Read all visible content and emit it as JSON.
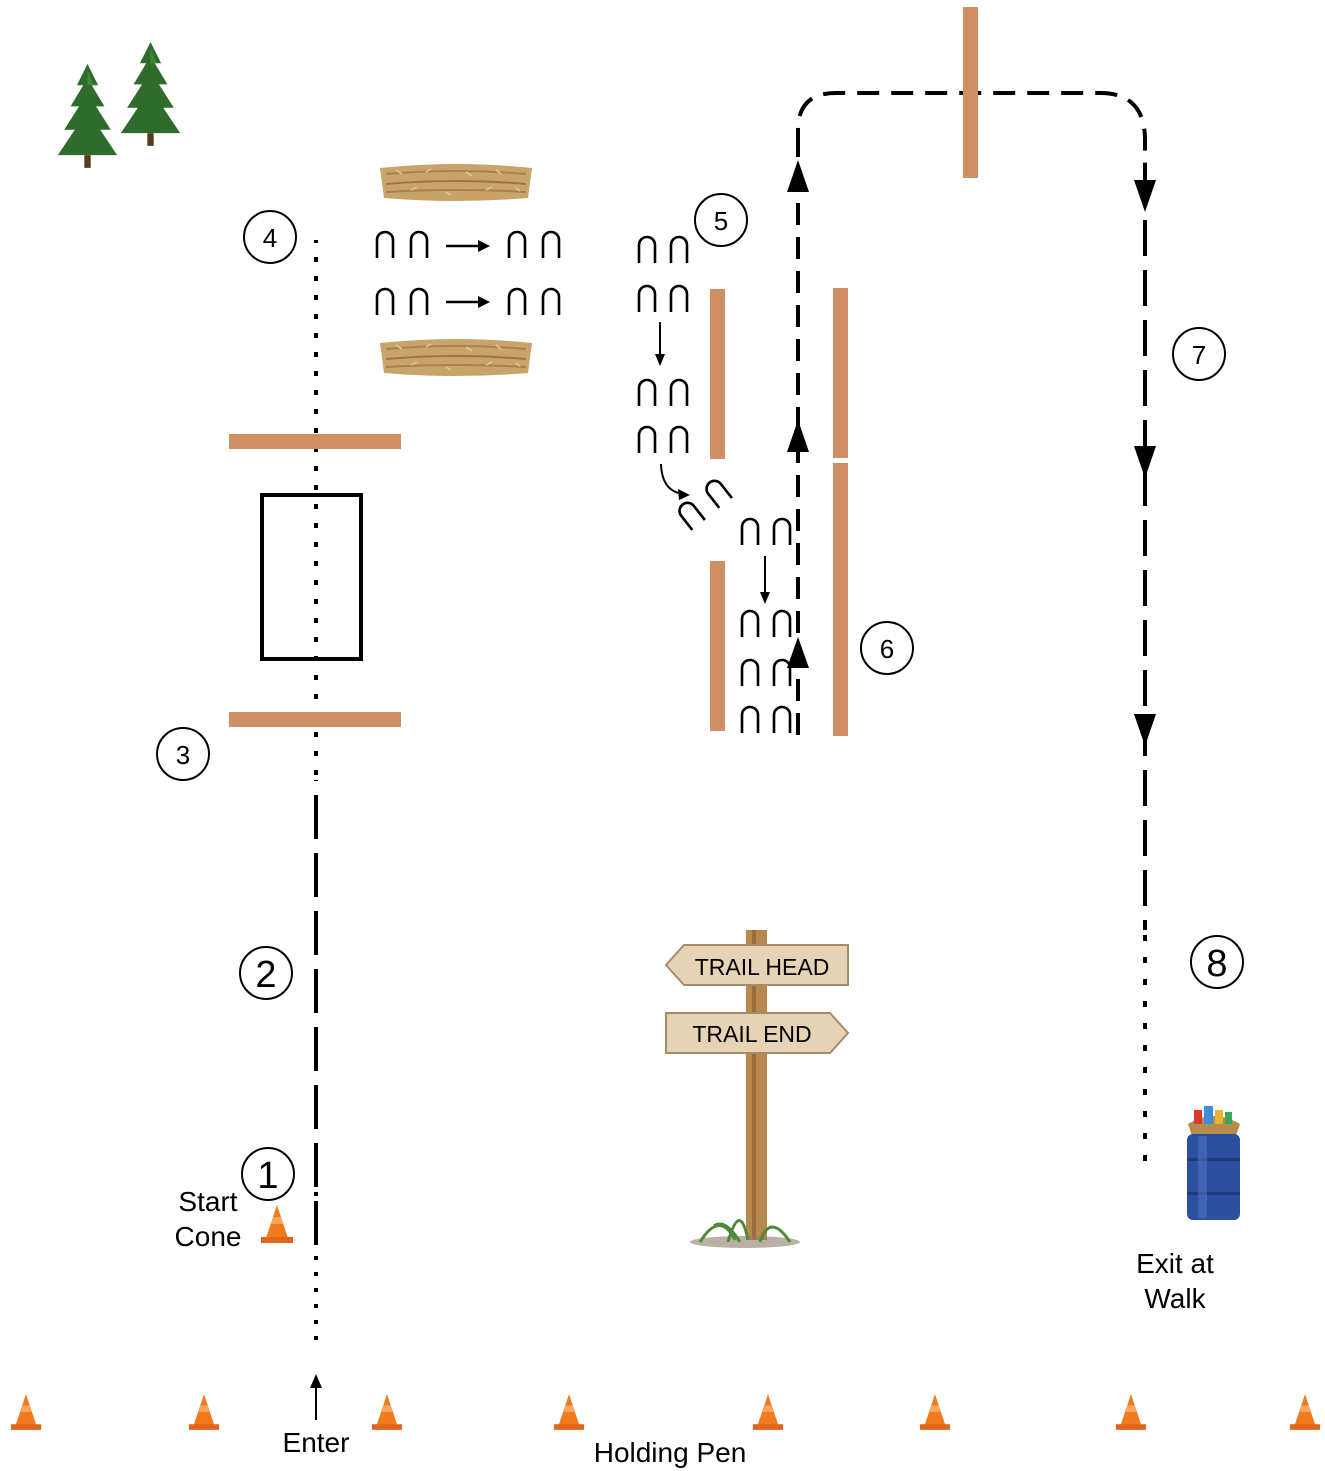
{
  "stations": [
    {
      "num": "1"
    },
    {
      "num": "2"
    },
    {
      "num": "3"
    },
    {
      "num": "4"
    },
    {
      "num": "5"
    },
    {
      "num": "6"
    },
    {
      "num": "7"
    },
    {
      "num": "8"
    }
  ],
  "labels": {
    "start_cone_line1": "Start",
    "start_cone_line2": "Cone",
    "enter": "Enter",
    "holding_pen": "Holding Pen",
    "exit_line1": "Exit at",
    "exit_line2": "Walk"
  },
  "sign": {
    "trail_head": "TRAIL HEAD",
    "trail_end": "TRAIL END"
  },
  "icons": [
    "pine-trees-icon",
    "hay-bale-icon",
    "traffic-cone-icon",
    "barrel-icon",
    "trail-sign-icon",
    "hoof-print-icon"
  ],
  "colors": {
    "pole": "#D09066",
    "cone": "#F07A1E",
    "hay": "#C9A46A",
    "barrel": "#2D4FA0",
    "tree": "#2F6B2A",
    "wood": "#B8894F"
  }
}
